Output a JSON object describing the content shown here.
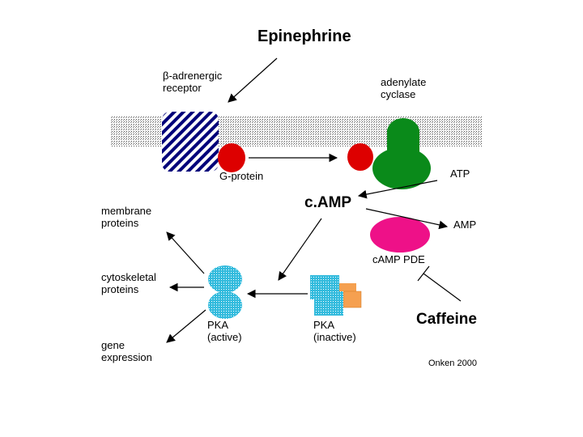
{
  "title": "Epinephrine",
  "labels": {
    "receptor": "β-adrenergic\nreceptor",
    "adenylate_cyclase": "adenylate\ncyclase",
    "g_protein": "G-protein",
    "atp": "ATP",
    "camp": "c.AMP",
    "amp": "AMP",
    "membrane_proteins": "membrane\nproteins",
    "cytoskeletal_proteins": "cytoskeletal\nproteins",
    "gene_expression": "gene\nexpression",
    "camp_pde": "cAMP PDE",
    "pka_active": "PKA\n(active)",
    "pka_inactive": "PKA\n(inactive)",
    "caffeine": "Caffeine",
    "credit": "Onken 2000"
  },
  "colors": {
    "g_protein": "#dd0000",
    "adenylate_cyclase": "#0a8a1a",
    "camp_pde": "#ee1188",
    "pka_active": "#33bbdd",
    "pka_regulatory": "#f5a050",
    "receptor_stripes": "#00007a"
  }
}
